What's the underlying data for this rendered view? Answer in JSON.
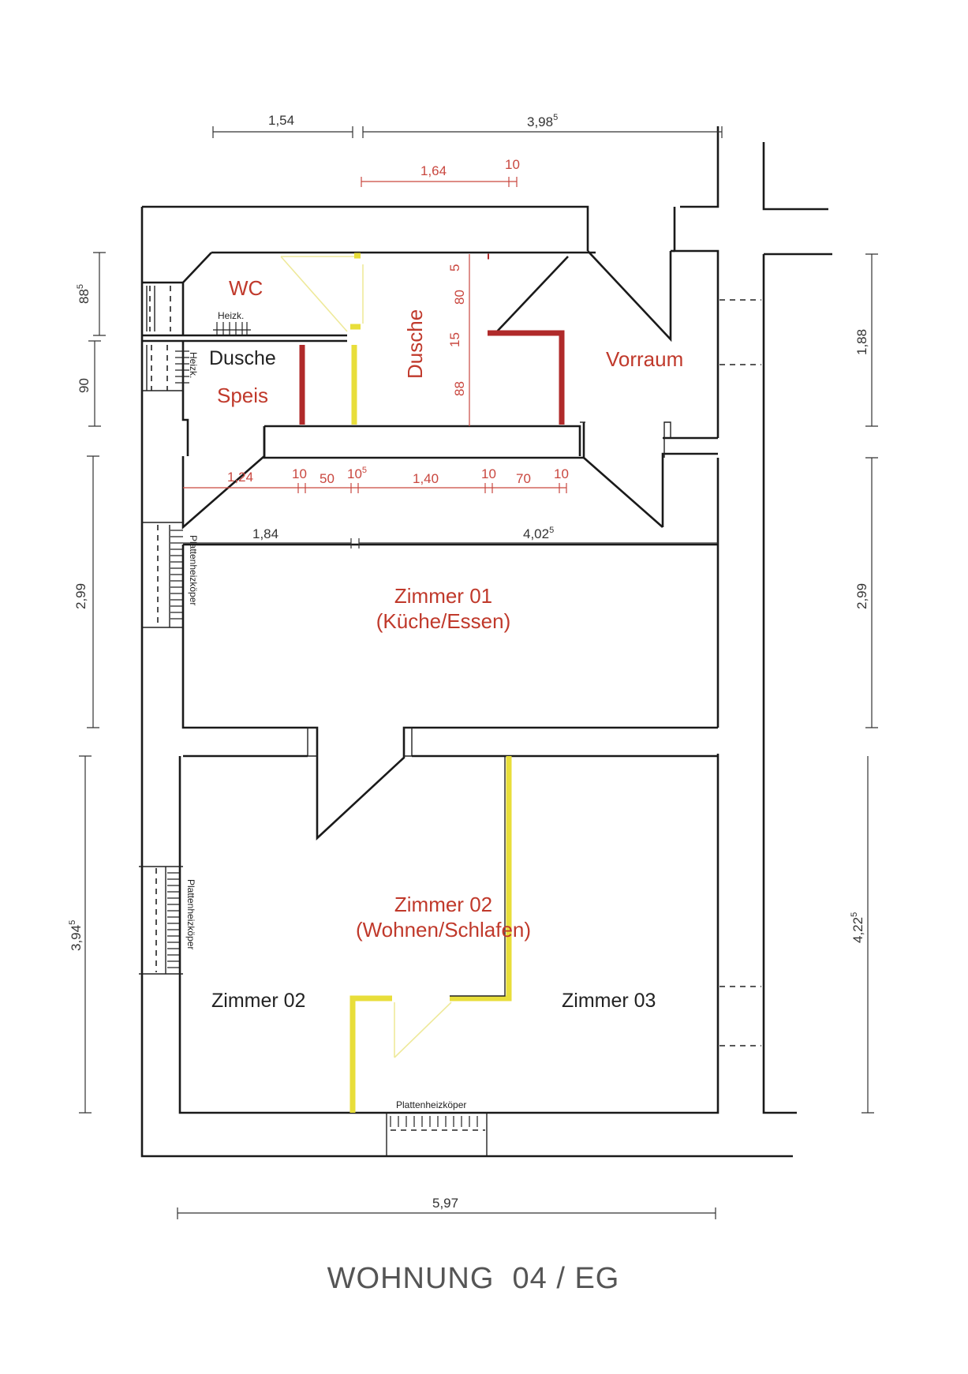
{
  "title": "WOHNUNG  04 / EG",
  "rooms": {
    "wc": "WC",
    "dusche_small": "Dusche",
    "speis": "Speis",
    "dusche": "Dusche",
    "vorraum": "Vorraum",
    "zimmer01_name": "Zimmer 01",
    "zimmer01_use": "(Küche/Essen)",
    "zimmer02_name": "Zimmer 02",
    "zimmer02_use": "(Wohnen/Schlafen)",
    "zimmer02_left": "Zimmer 02",
    "zimmer03": "Zimmer 03"
  },
  "fixtures": {
    "heizk_wc": "Heizk.",
    "heizk_speis": "Heizk.",
    "plattenheizkoeper_1": "Plattenheizköper",
    "plattenheizkoeper_2": "Plattenheizköper",
    "plattenheizkoeper_bottom": "Plattenheizköper"
  },
  "dimensions": {
    "top_left": "1,54",
    "top_right_main": "3,98",
    "top_right_sup": "5",
    "top_red_164": "1,64",
    "top_red_10": "10",
    "dusche_5": "5",
    "dusche_80": "80",
    "dusche_15": "15",
    "dusche_88": "88",
    "mid_124": "1,24",
    "mid_10a": "10",
    "mid_50": "50",
    "mid_105_main": "10",
    "mid_105_sup": "5",
    "mid_140": "1,40",
    "mid_10b": "10",
    "mid_70": "70",
    "mid_10c": "10",
    "row_184": "1,84",
    "row_4025_main": "4,02",
    "row_4025_sup": "5",
    "left_885_main": "88",
    "left_885_sup": "5",
    "left_90": "90",
    "left_299": "2,99",
    "left_3945_main": "3,94",
    "left_3945_sup": "5",
    "right_188": "1,88",
    "right_299": "2,99",
    "right_4225_main": "4,22",
    "right_4225_sup": "5",
    "bottom_597": "5,97"
  },
  "colors": {
    "room_label": "#c0392b",
    "red_dimension": "#c9473f",
    "yellow_wall": "#e8de3a",
    "red_wall": "#b02a2a"
  }
}
